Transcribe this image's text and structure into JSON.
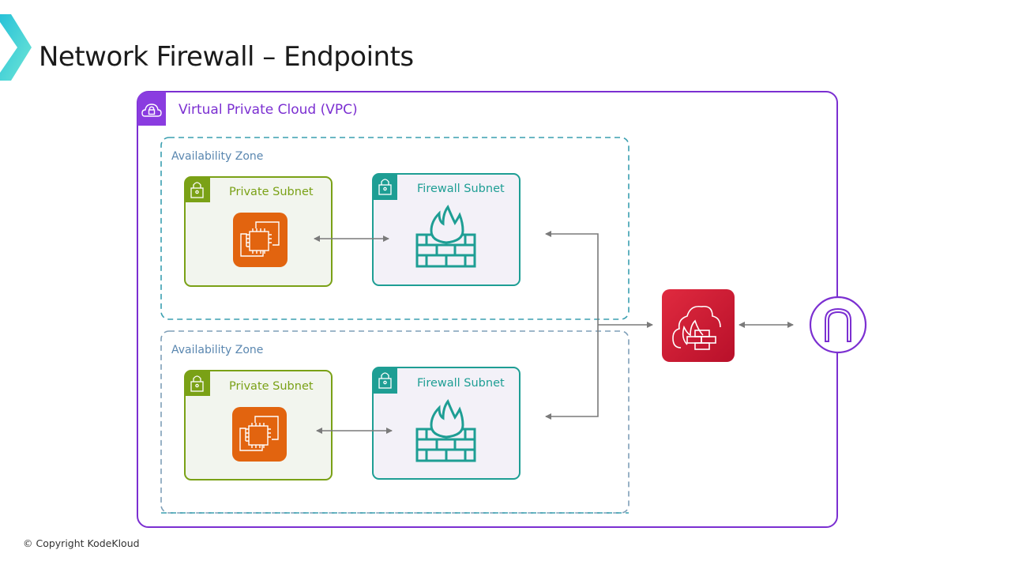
{
  "slide": {
    "title": "Network Firewall – Endpoints",
    "copyright": "© Copyright KodeKloud"
  },
  "colors": {
    "vpc": "#7b2fd1",
    "zone_top": "#3a9fb0",
    "zone_bottom": "#7f9fb8",
    "zone_label": "#5a87b0",
    "private_subnet": "#7aa116",
    "private_subnet_fill": "#f2f5ee",
    "firewall_subnet": "#1e9e94",
    "firewall_subnet_fill": "#f3f1f8",
    "ec2": "#e2640f",
    "network_firewall": "#d0182f",
    "arrow": "#7a7a7a"
  },
  "diagram": {
    "vpc": {
      "label": "Virtual Private Cloud (VPC)",
      "icon": "vpc-lock-cloud-icon"
    },
    "zones": [
      {
        "label": "Availability Zone",
        "private_subnet": {
          "label": "Private Subnet",
          "icon": "lock-icon",
          "resource_icon": "ec2-instance-icon"
        },
        "firewall_subnet": {
          "label": "Firewall Subnet",
          "icon": "lock-icon",
          "resource_icon": "firewall-endpoint-icon"
        }
      },
      {
        "label": "Availability Zone",
        "private_subnet": {
          "label": "Private Subnet",
          "icon": "lock-icon",
          "resource_icon": "ec2-instance-icon"
        },
        "firewall_subnet": {
          "label": "Firewall Subnet",
          "icon": "lock-icon",
          "resource_icon": "firewall-endpoint-icon"
        }
      }
    ],
    "network_firewall": {
      "icon": "network-firewall-icon"
    },
    "internet_gateway": {
      "icon": "internet-gateway-icon"
    }
  }
}
